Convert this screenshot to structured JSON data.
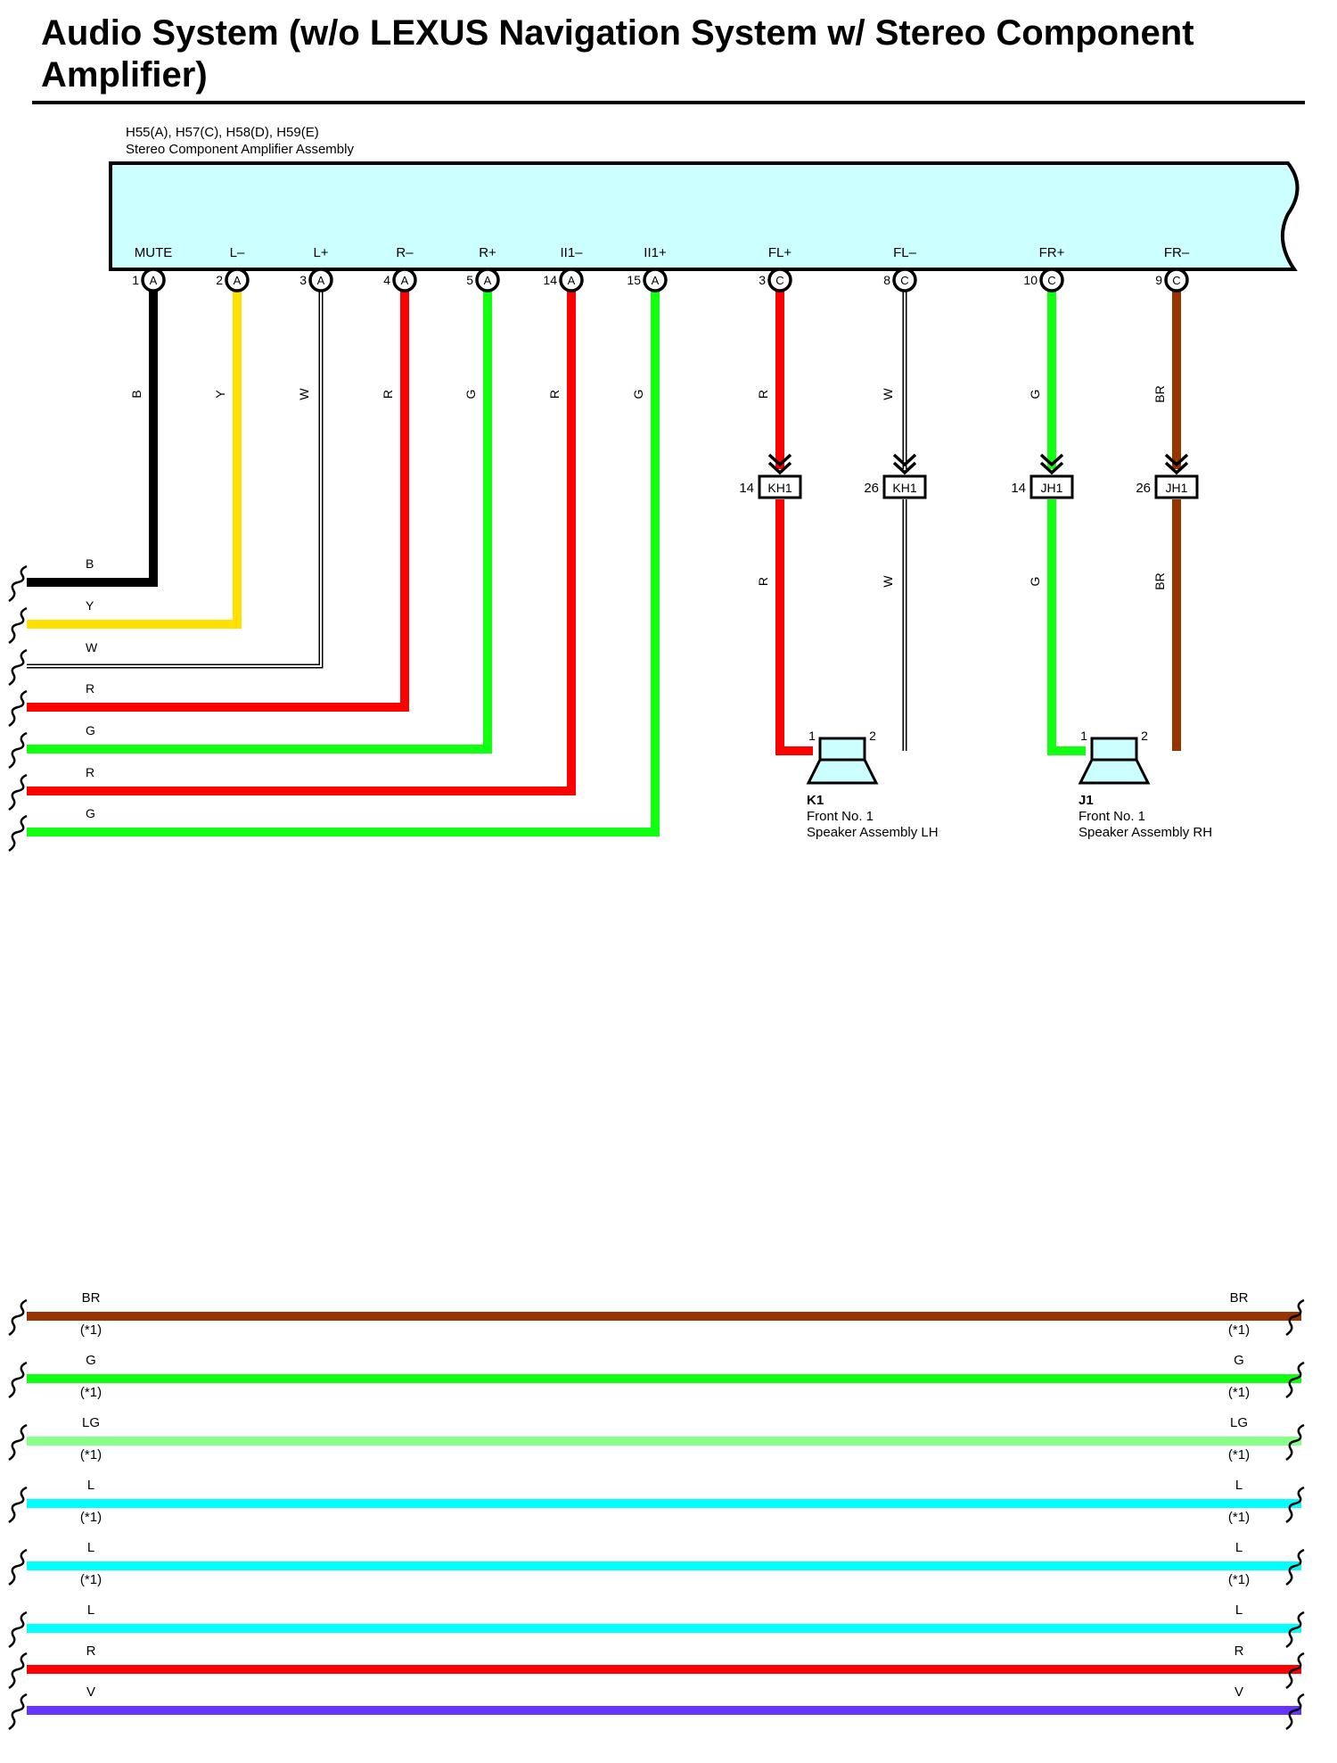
{
  "title": "Audio System (w/o LEXUS Navigation System w/ Stereo Component Amplifier)",
  "amplifier": {
    "connectors": "H55(A), H57(C), H58(D), H59(E)",
    "name": "Stereo Component Amplifier Assembly"
  },
  "colors": {
    "B": "#000000",
    "Y": "#FFE000",
    "W": "#FFFFFF",
    "R": "#FF0000",
    "G": "#11FF11",
    "BR": "#993300",
    "LG": "#88FF88",
    "L": "#00FFFF",
    "V": "#6633FF",
    "amp_body": "#CCFFFF"
  },
  "pins": [
    {
      "label": "MUTE",
      "num": "1",
      "conn": "A",
      "wire": "B"
    },
    {
      "label": "L–",
      "num": "2",
      "conn": "A",
      "wire": "Y"
    },
    {
      "label": "L+",
      "num": "3",
      "conn": "A",
      "wire": "W"
    },
    {
      "label": "R–",
      "num": "4",
      "conn": "A",
      "wire": "R"
    },
    {
      "label": "R+",
      "num": "5",
      "conn": "A",
      "wire": "G"
    },
    {
      "label": "II1–",
      "num": "14",
      "conn": "A",
      "wire": "R"
    },
    {
      "label": "II1+",
      "num": "15",
      "conn": "A",
      "wire": "G"
    },
    {
      "label": "FL+",
      "num": "3",
      "conn": "C",
      "wire": "R"
    },
    {
      "label": "FL–",
      "num": "8",
      "conn": "C",
      "wire": "W"
    },
    {
      "label": "FR+",
      "num": "10",
      "conn": "C",
      "wire": "G"
    },
    {
      "label": "FR–",
      "num": "9",
      "conn": "C",
      "wire": "BR"
    }
  ],
  "left_wires": [
    "B",
    "Y",
    "W",
    "R",
    "G",
    "R",
    "G"
  ],
  "inline_connectors": [
    {
      "num": "14",
      "name": "KH1"
    },
    {
      "num": "26",
      "name": "KH1"
    },
    {
      "num": "14",
      "name": "JH1"
    },
    {
      "num": "26",
      "name": "JH1"
    }
  ],
  "speakers": [
    {
      "id": "K1",
      "line1": "Front No. 1",
      "line2": "Speaker Assembly LH",
      "pin1": "1",
      "pin2": "2"
    },
    {
      "id": "J1",
      "line1": "Front No. 1",
      "line2": "Speaker Assembly RH",
      "pin1": "1",
      "pin2": "2"
    }
  ],
  "bus_wires": [
    {
      "color": "BR",
      "note": "(*1)"
    },
    {
      "color": "G",
      "note": "(*1)"
    },
    {
      "color": "LG",
      "note": "(*1)"
    },
    {
      "color": "L",
      "note": "(*1)"
    },
    {
      "color": "L",
      "note": "(*1)"
    },
    {
      "color": "L",
      "note": ""
    },
    {
      "color": "R",
      "note": ""
    },
    {
      "color": "V",
      "note": ""
    }
  ]
}
